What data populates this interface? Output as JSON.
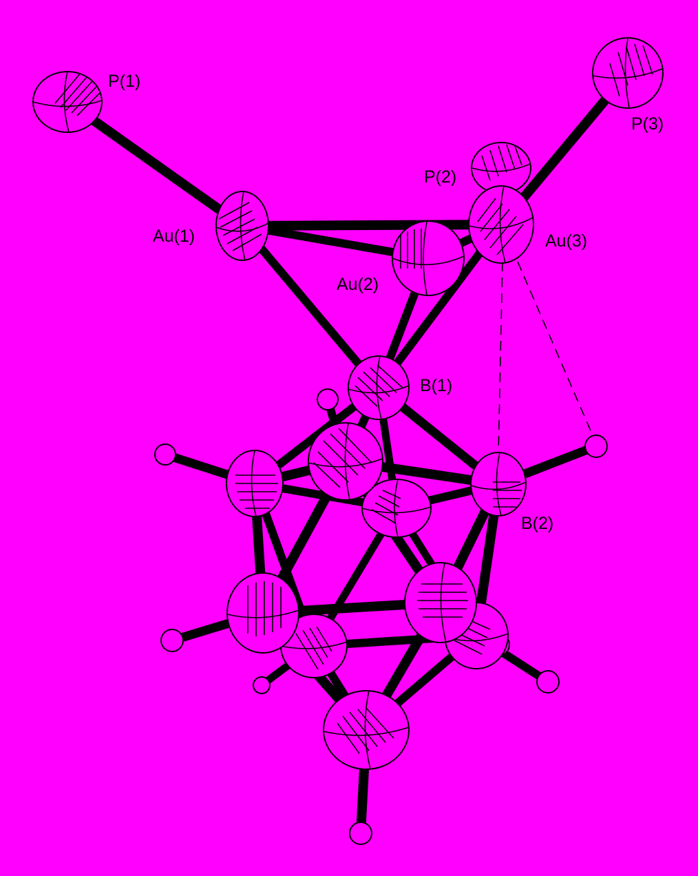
{
  "figure": {
    "background_color": "#ff00ff",
    "ink_color": "#000000"
  },
  "labels": {
    "p1": "P(1)",
    "p2": "P(2)",
    "p3": "P(3)",
    "au1": "Au(1)",
    "au2": "Au(2)",
    "au3": "Au(3)",
    "b1": "B(1)",
    "b2": "B(2)"
  }
}
